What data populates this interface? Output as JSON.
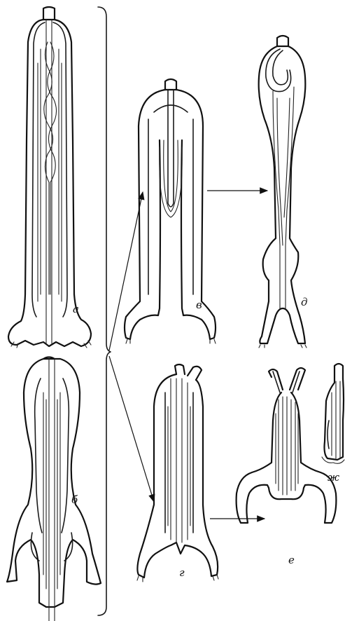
{
  "figure": {
    "background": "#ffffff",
    "ink_color": "#111111",
    "panels": [
      {
        "id": "a",
        "label": "а"
      },
      {
        "id": "b",
        "label": "б"
      },
      {
        "id": "v",
        "label": "в"
      },
      {
        "id": "g",
        "label": "г"
      },
      {
        "id": "d",
        "label": "д"
      },
      {
        "id": "e",
        "label": "е"
      },
      {
        "id": "zh",
        "label": "ж"
      }
    ]
  }
}
